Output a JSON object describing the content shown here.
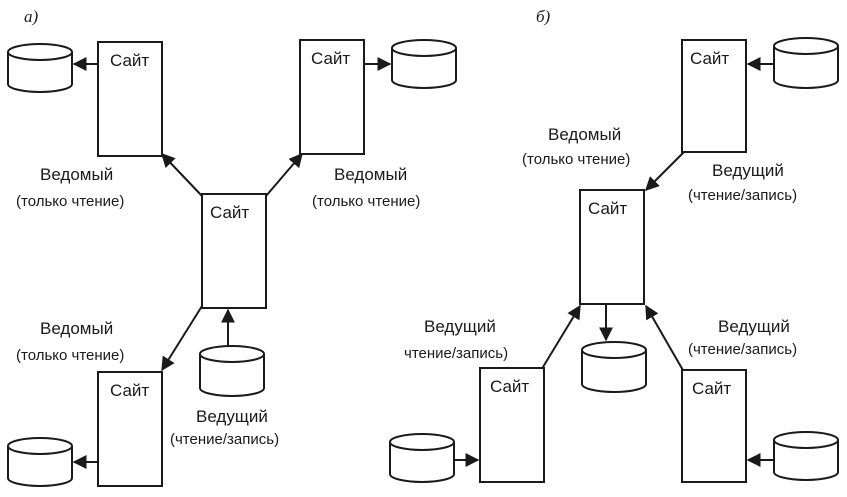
{
  "panels": {
    "a": "а)",
    "b": "б)"
  },
  "site_label": "Сайт",
  "roles": {
    "slave": "Ведомый",
    "slave_mode": "(только чтение)",
    "master": "Ведущий",
    "master_mode": "(чтение/запись)",
    "master_mode_lower": "чтение/запись)"
  },
  "colors": {
    "ink": "#1a1a1a",
    "background": "#ffffff"
  }
}
